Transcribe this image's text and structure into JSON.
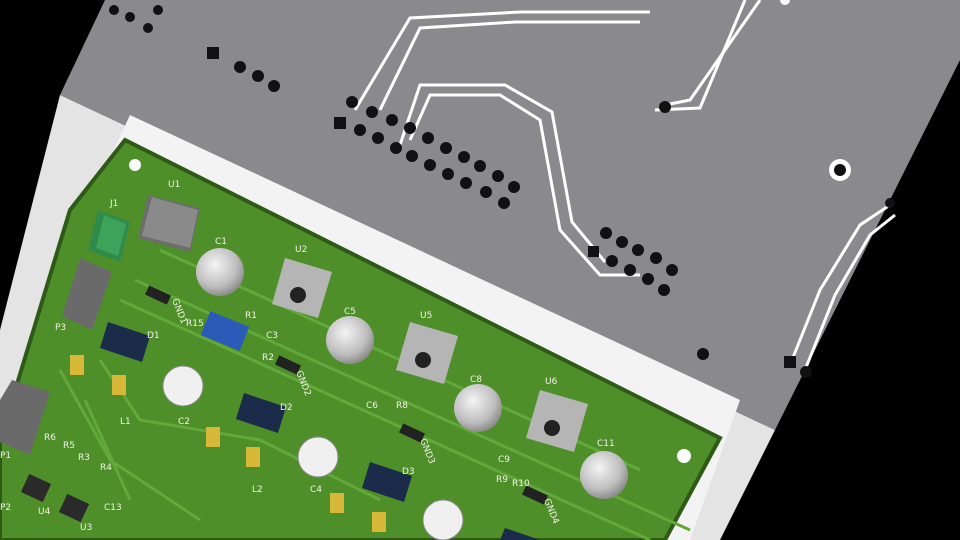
{
  "scene": {
    "colors": {
      "background": "#000000",
      "backplane": "#8a898c",
      "frame": "#e6e6e6",
      "pcb": "#4f8f2a",
      "pcb_dark": "#2e5a18",
      "trace": "#ffffff",
      "cap": "#b9b9b9",
      "chip": "#2a2a2a"
    }
  },
  "labels": {
    "u1": "U1",
    "j1": "J1",
    "c1": "C1",
    "u2": "U2",
    "c5": "C5",
    "u5": "U5",
    "c8": "C8",
    "u6": "U6",
    "c11": "C11",
    "c9": "C9",
    "r9": "R9",
    "r10": "R10",
    "p3": "P3",
    "d1": "D1",
    "l1": "L1",
    "c2": "C2",
    "d2": "D2",
    "l2": "L2",
    "c4": "C4",
    "d3": "D3",
    "r1": "R1",
    "r15": "R15",
    "r2": "R2",
    "c3": "C3",
    "c6": "C6",
    "r6": "R6",
    "r5": "R5",
    "r3": "R3",
    "r4": "R4",
    "r8": "R8",
    "u4": "U4",
    "u3": "U3",
    "c13": "C13",
    "p1": "P1",
    "p2": "P2",
    "gnd1": "GND1",
    "gnd2": "GND2",
    "gnd3": "GND3",
    "gnd4": "GND4"
  }
}
